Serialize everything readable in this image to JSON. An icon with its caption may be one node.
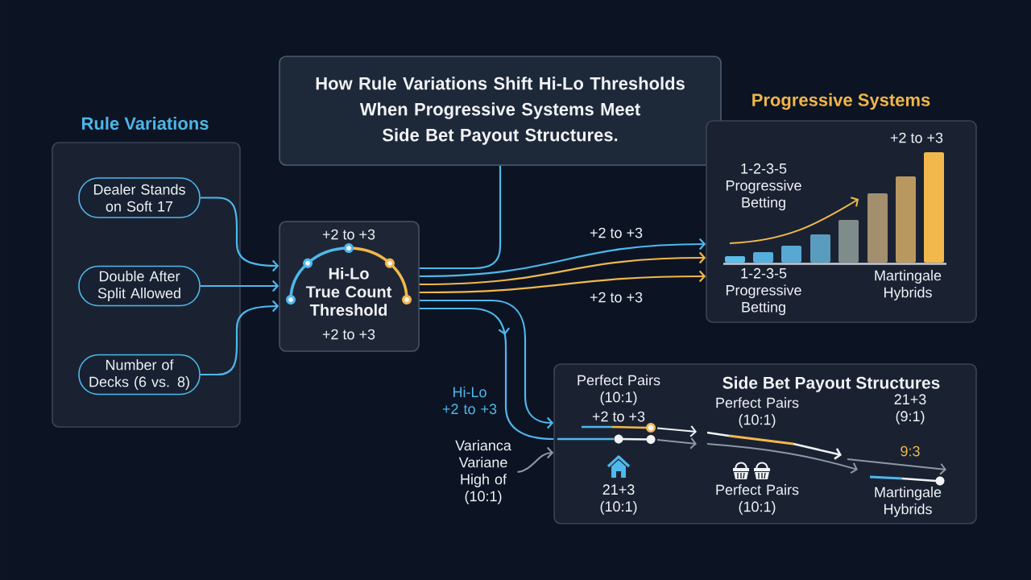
{
  "diagram": {
    "nodes": [
      {
        "text": [
          "How Rule Variations Shift Hi-Lo Thresholds When Progressive Systems Meet Side Bet Payout Structures."
        ]
      },
      {
        "text": [
          "Rule Variations"
        ]
      },
      {
        "text": [
          "Dealer Stands on Soft 17"
        ],
        "in": 1
      },
      {
        "text": [
          "Double After Split Allowed"
        ],
        "in": 1
      },
      {
        "text": [
          "Number of Decks (6 vs. 8)"
        ],
        "in": 1
      },
      {
        "text": [
          "+2 to +3",
          "Hi-Lo True Count Threshold",
          "+2 to +3"
        ]
      },
      {
        "text": [
          "Progressive Systems"
        ]
      },
      {
        "text": [
          "Side Bet Payout Structures"
        ]
      },
      {
        "text": [
          "Varianca Variane High of (10:1)"
        ]
      }
    ],
    "edges": [
      {
        "from": 2,
        "to": 5,
        "arrow": "to"
      },
      {
        "from": 3,
        "to": 5,
        "arrow": "to"
      },
      {
        "from": 4,
        "to": 5,
        "arrow": "to"
      },
      {
        "from": 0,
        "to": 5,
        "arrow": "none"
      },
      {
        "from": 5,
        "to": 6,
        "arrow": "to",
        "label": "+2 to +3"
      },
      {
        "from": 5,
        "to": 6,
        "arrow": "to",
        "color": "#f2b84b"
      },
      {
        "from": 5,
        "to": 6,
        "arrow": "to",
        "label": "+2 to +3",
        "color": "#f2b84b"
      },
      {
        "from": 5,
        "to": 7,
        "arrow": "to",
        "label": "Hi-Lo +2 to +3"
      },
      {
        "from": 5,
        "to": 7,
        "arrow": "to"
      },
      {
        "from": 8,
        "to": 7,
        "arrow": "to",
        "color": "#8e97a4"
      }
    ],
    "labels": [
      "+2 to +3",
      "1-2-3-5 Progressive Betting",
      "1-2-3-5 Progressive Betting",
      "Martingale Hybrids",
      "Perfect Pairs (10:1)",
      "+2 to +3",
      "Perfect Pairs (10:1)",
      "21+3 (9:1)",
      "9:3",
      "21+3 (10:1)",
      "Perfect Pairs (10:1)",
      "Martingale Hybrids"
    ]
  }
}
